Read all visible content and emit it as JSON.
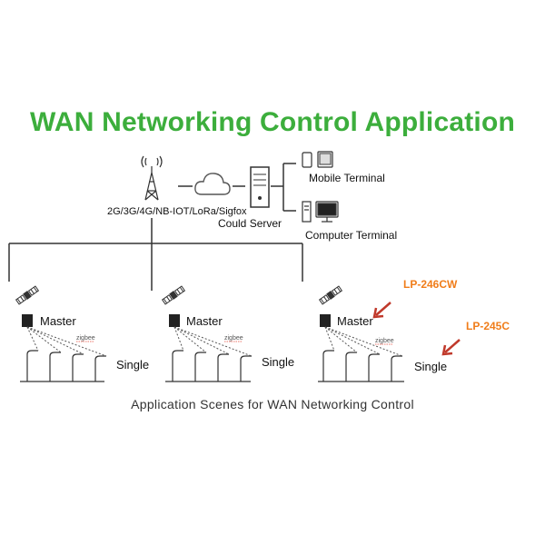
{
  "title": "WAN Networking Control Application",
  "caption": "Application Scenes for WAN Networking Control",
  "network": {
    "tower_label": "2G/3G/4G/NB-IOT/LoRa/Sigfox",
    "server_label": "Could Server",
    "mobile_label": "Mobile Terminal",
    "computer_label": "Computer Terminal"
  },
  "scenes": [
    {
      "master": "Master",
      "zigbee": "zigbee",
      "single": "Single"
    },
    {
      "master": "Master",
      "zigbee": "zigbee",
      "single": "Single"
    },
    {
      "master": "Master",
      "zigbee": "zigbee",
      "single": "Single"
    }
  ],
  "models": {
    "master_model": "LP-246CW",
    "single_model": "LP-245C"
  },
  "colors": {
    "title": "#3cae3c",
    "model": "#f07d1a",
    "arrow": "#c0392b",
    "line": "#333333",
    "zigbee": "#e74c3c"
  }
}
